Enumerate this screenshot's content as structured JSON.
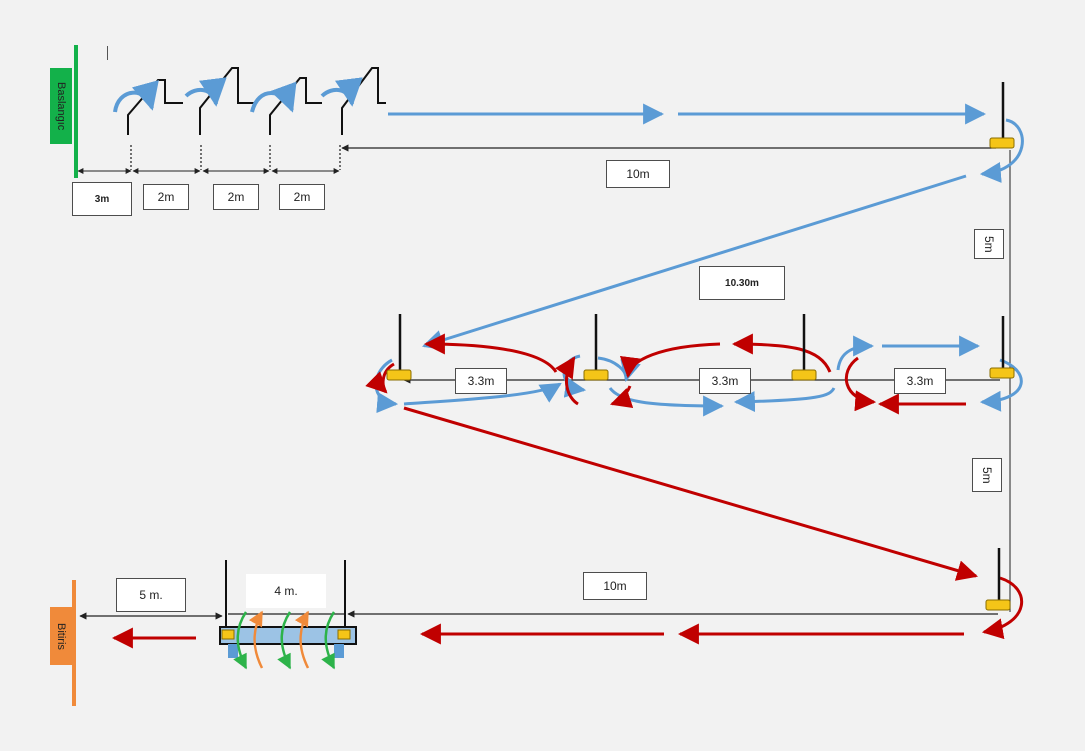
{
  "start_label": "Baslangıc",
  "finish_label": "Bitiris",
  "colors": {
    "start_flag": "#13b14a",
    "finish_flag": "#f08a3a",
    "path_blue": "#5b9bd5",
    "path_red": "#c00000",
    "cone": "#f5c518",
    "bar_fill": "#9cc3e5",
    "green_arrow": "#2db34a",
    "orange_arrow": "#f08a3a"
  },
  "distances": {
    "d_3m": "3m",
    "d_2m_a": "2m",
    "d_2m_b": "2m",
    "d_2m_c": "2m",
    "d_10m_top": "10m",
    "d_5m_upper": "5m",
    "d_10_30m": "10.30m",
    "d_3_3m_left": "3.3m",
    "d_3_3m_mid": "3.3m",
    "d_3_3m_right": "3.3m",
    "d_5m_lower": "5m",
    "d_10m_bottom": "10m",
    "d_5m_finish": "5 m.",
    "d_4m": "4 m."
  },
  "icons": {
    "hurdle": "hurdle-icon",
    "pole": "slalom-pole-icon",
    "cone": "cone-icon"
  }
}
